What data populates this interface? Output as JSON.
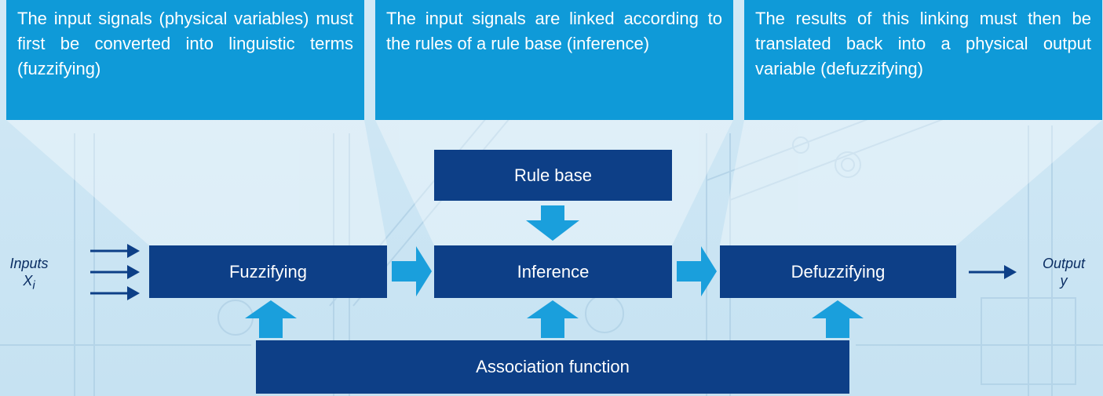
{
  "callouts": [
    {
      "text": "The input signals (physical variab­les) must first be converted into linguistic terms (fuzzifying)"
    },
    {
      "text": "The input signals are linked accor­ding to the rules of a rule base (inference)"
    },
    {
      "text": "The results of this linking must then be translated back into a physical output variable (defuzzifying)"
    }
  ],
  "blocks": {
    "rule_base": "Rule base",
    "fuzzifying": "Fuzzifying",
    "inference": "Inference",
    "defuzzifying": "Defuzzifying",
    "association": "Association function"
  },
  "inputs": {
    "label": "Inputs",
    "symbol": "X",
    "subscript": "i"
  },
  "output": {
    "label": "Output",
    "symbol": "y"
  },
  "colors": {
    "callout": "#0f9ad8",
    "block": "#0d3f87",
    "arrow_light": "#1a9fdc",
    "arrow_dark": "#0d3f87",
    "funnel": "#ffffff"
  }
}
